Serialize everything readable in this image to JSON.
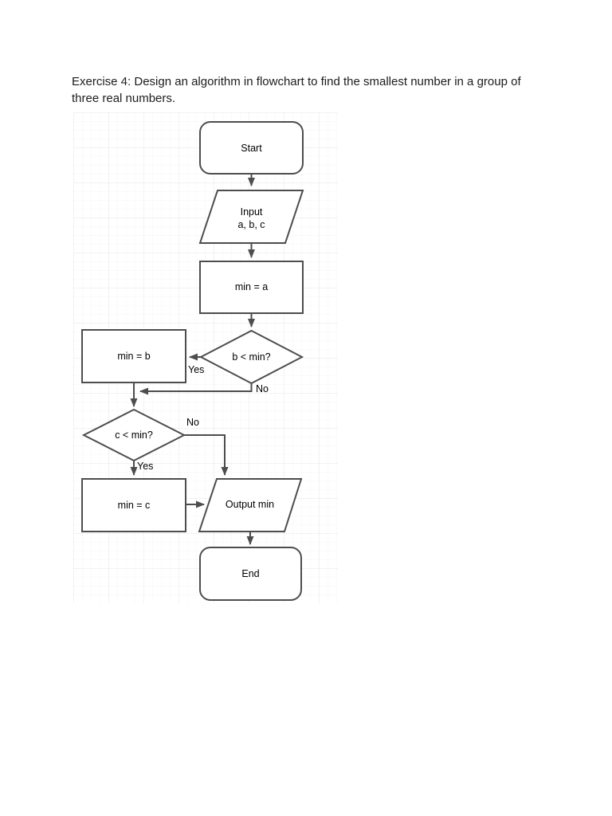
{
  "title": {
    "line1": "Exercise 4: Design an algorithm in flowchart to find the smallest number in a group of",
    "line2": "three real numbers."
  },
  "flowchart": {
    "nodes": {
      "start": {
        "type": "terminator",
        "label": "Start"
      },
      "input": {
        "type": "io",
        "line1": "Input",
        "line2": "a, b, c"
      },
      "min_a": {
        "type": "process",
        "label": "min = a"
      },
      "decision_b": {
        "type": "decision",
        "label": "b < min?"
      },
      "min_b": {
        "type": "process",
        "label": "min = b"
      },
      "decision_c": {
        "type": "decision",
        "label": "c < min?"
      },
      "min_c": {
        "type": "process",
        "label": "min = c"
      },
      "output": {
        "type": "io",
        "label": "Output min"
      },
      "end": {
        "type": "terminator",
        "label": "End"
      }
    },
    "edge_labels": {
      "decision_b_yes": "Yes",
      "decision_b_no": "No",
      "decision_c_no": "No",
      "decision_c_yes": "Yes"
    },
    "colors": {
      "page_background": "#ffffff",
      "shape_stroke": "#4d4d4d",
      "shape_fill": "#ffffff",
      "label_text": "#000000",
      "grid_minor": "#f4f4f4",
      "grid_major": "#e4e4e4"
    }
  }
}
